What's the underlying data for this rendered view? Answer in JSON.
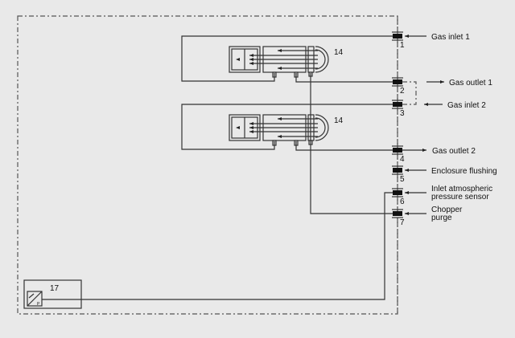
{
  "ports": [
    {
      "num": "1",
      "label": [
        "Gas inlet 1"
      ],
      "dir": "in"
    },
    {
      "num": "2",
      "label": [
        "Gas outlet 1"
      ],
      "dir": "out"
    },
    {
      "num": "3",
      "label": [
        "Gas inlet 2"
      ],
      "dir": "in"
    },
    {
      "num": "4",
      "label": [
        "Gas outlet 2"
      ],
      "dir": "out"
    },
    {
      "num": "5",
      "label": [
        "Enclosure flushing"
      ],
      "dir": "in"
    },
    {
      "num": "6",
      "label": [
        "Inlet atmospheric",
        "pressure sensor"
      ],
      "dir": "in"
    },
    {
      "num": "7",
      "label": [
        "Chopper",
        "purge"
      ],
      "dir": "in"
    }
  ],
  "modules": [
    {
      "label": "14"
    },
    {
      "label": "14"
    }
  ],
  "sensor": {
    "label": "17",
    "icon_letter": "P"
  }
}
